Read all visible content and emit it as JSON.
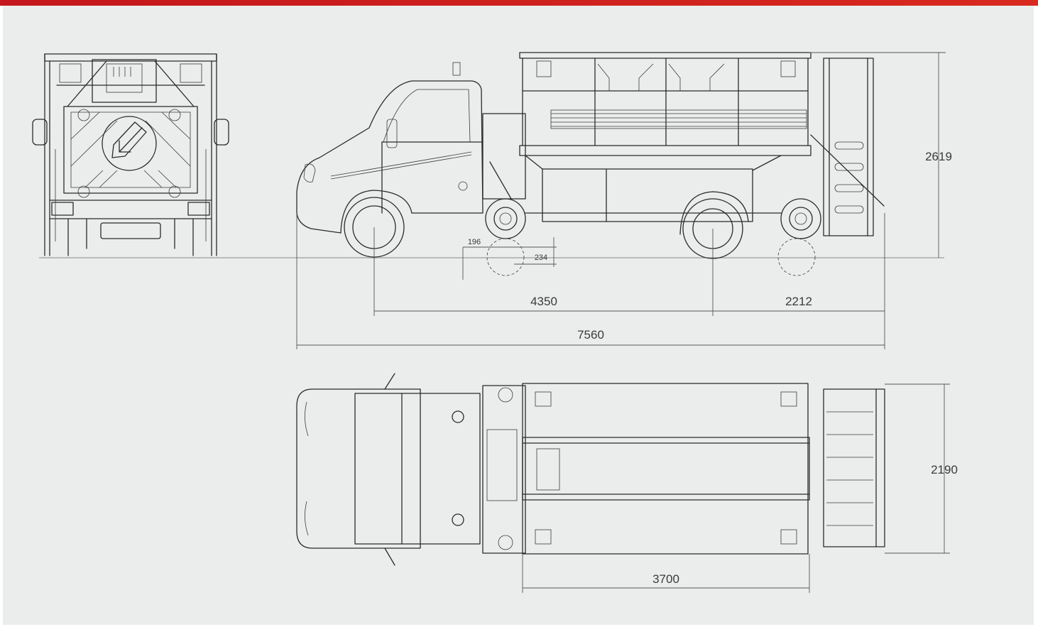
{
  "colors": {
    "accent_band_start": "#c4161c",
    "accent_band_end": "#d82a1f",
    "background": "#ebedec",
    "line": "#2a2a2a"
  },
  "dimensions": {
    "height": "2619",
    "front_overhang": "196",
    "ground_clearance": "234",
    "wheelbase": "4350",
    "rear_overhang": "2212",
    "overall_length": "7560",
    "width": "2190",
    "platform_length": "3700"
  }
}
